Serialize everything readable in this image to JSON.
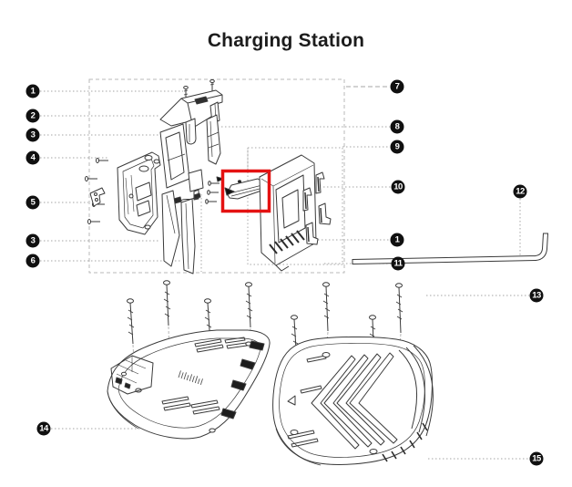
{
  "title": "Charging Station",
  "colors": {
    "highlight": "#e41212",
    "badge_background": "#101010",
    "badge_text": "#ffffff",
    "line_art": "#3a3a3a",
    "leader_line": "#a6a6a6"
  },
  "callouts": [
    {
      "number": "1"
    },
    {
      "number": "2"
    },
    {
      "number": "3"
    },
    {
      "number": "4"
    },
    {
      "number": "5"
    },
    {
      "number": "3"
    },
    {
      "number": "6"
    },
    {
      "number": "7"
    },
    {
      "number": "8"
    },
    {
      "number": "9"
    },
    {
      "number": "10"
    },
    {
      "number": "1"
    },
    {
      "number": "11"
    },
    {
      "number": "12"
    },
    {
      "number": "13"
    },
    {
      "number": "14"
    },
    {
      "number": "15"
    }
  ]
}
